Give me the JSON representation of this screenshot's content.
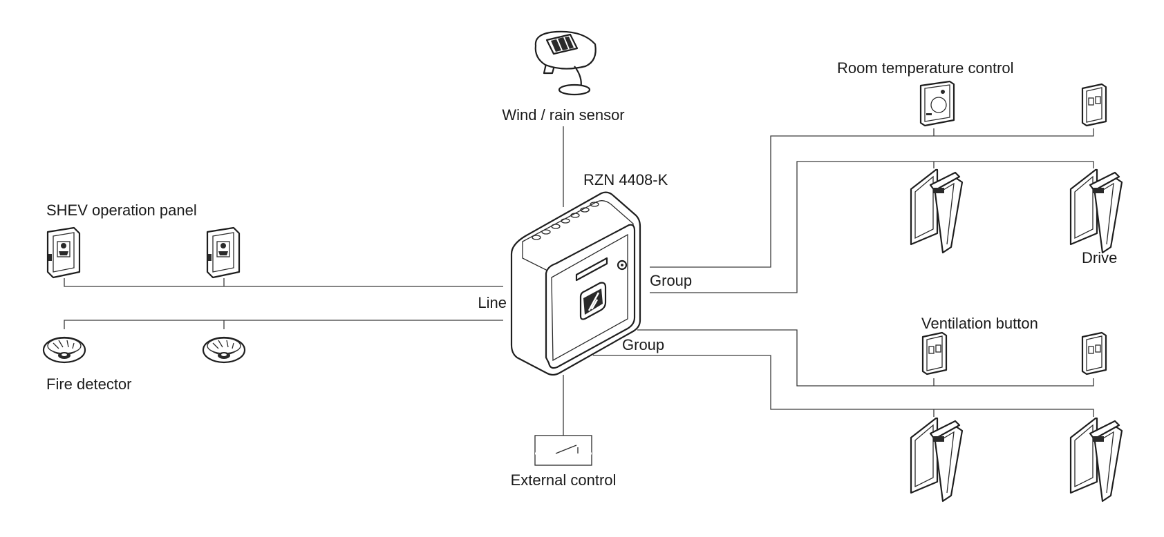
{
  "diagram": {
    "controller_label": "RZN 4408-K",
    "wind_rain_sensor_label": "Wind / rain sensor",
    "shev_panel_label": "SHEV operation panel",
    "fire_detector_label": "Fire detector",
    "line_label": "Line",
    "group_label_upper": "Group",
    "group_label_lower": "Group",
    "room_temperature_label": "Room temperature control",
    "drive_label": "Drive",
    "ventilation_button_label": "Ventilation button",
    "external_control_label": "External control"
  }
}
